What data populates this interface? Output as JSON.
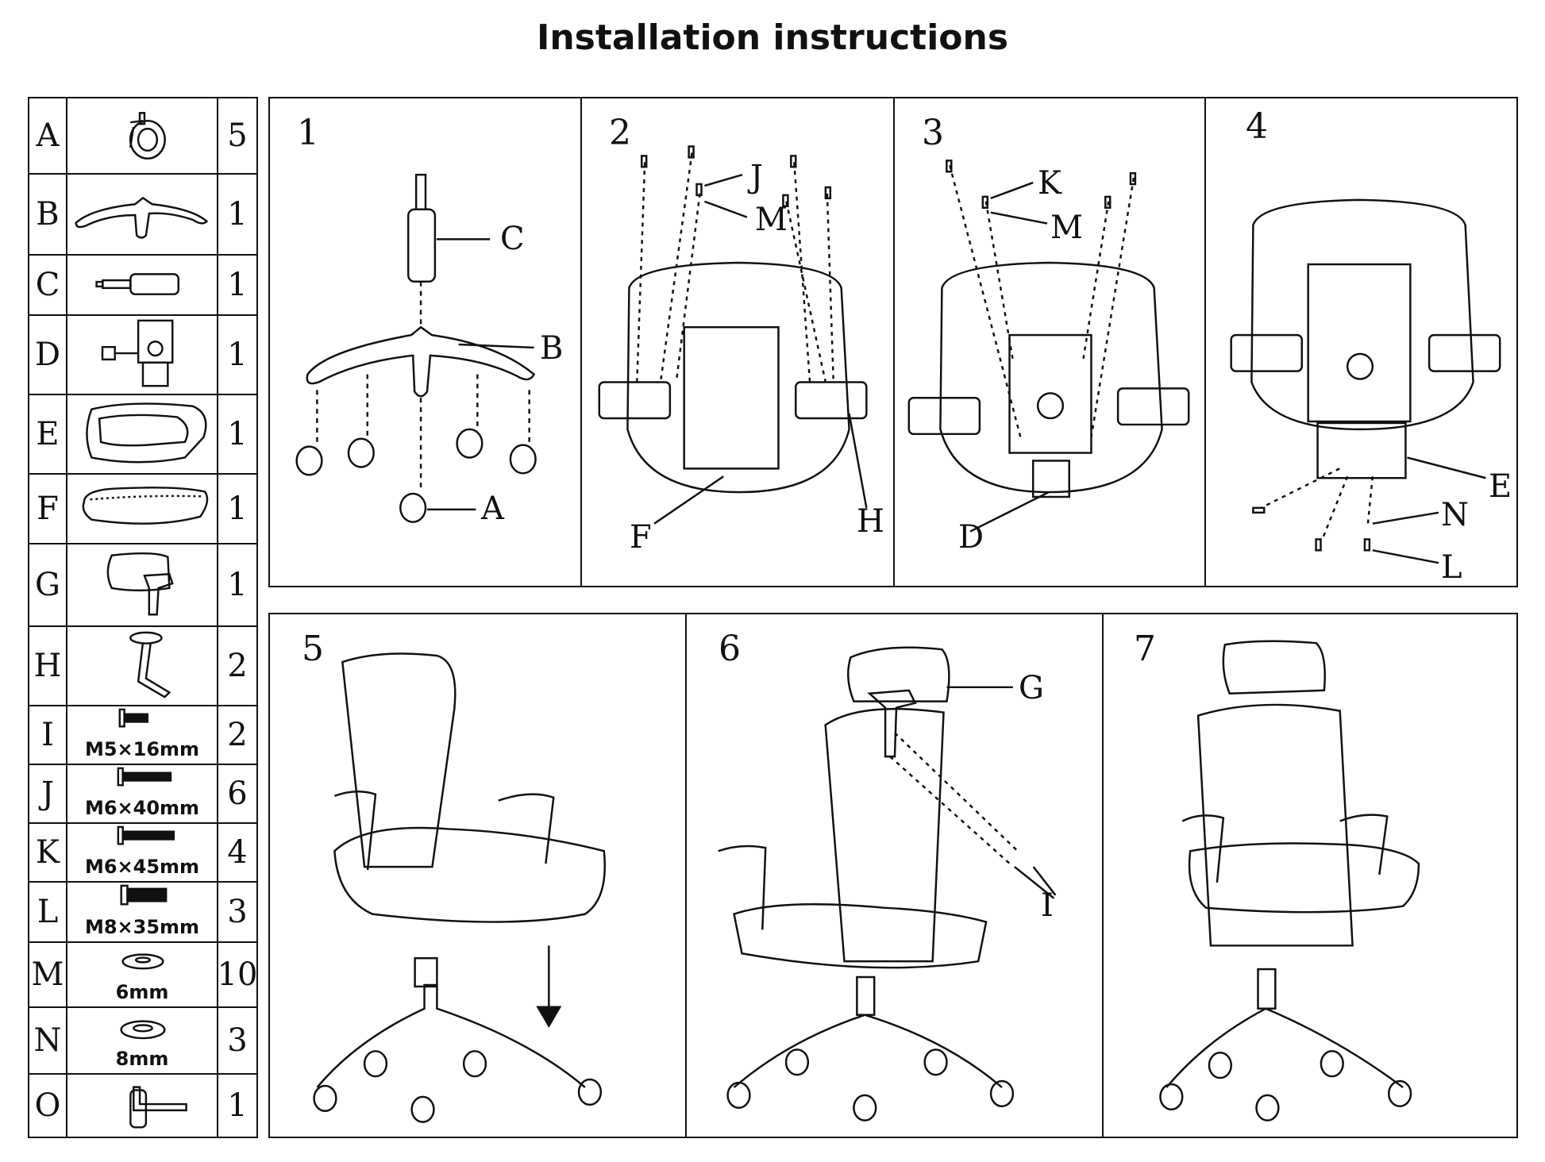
{
  "title": "Installation instructions",
  "parts": [
    {
      "letter": "A",
      "qty": "5",
      "spec": "",
      "icon": "caster-wheel-icon"
    },
    {
      "letter": "B",
      "qty": "1",
      "spec": "",
      "icon": "chair-base-icon"
    },
    {
      "letter": "C",
      "qty": "1",
      "spec": "",
      "icon": "gas-cylinder-icon"
    },
    {
      "letter": "D",
      "qty": "1",
      "spec": "",
      "icon": "seat-mechanism-icon"
    },
    {
      "letter": "E",
      "qty": "1",
      "spec": "",
      "icon": "backrest-bracket-icon"
    },
    {
      "letter": "F",
      "qty": "1",
      "spec": "",
      "icon": "seat-cushion-icon"
    },
    {
      "letter": "G",
      "qty": "1",
      "spec": "",
      "icon": "headrest-icon"
    },
    {
      "letter": "H",
      "qty": "2",
      "spec": "",
      "icon": "armrest-icon"
    },
    {
      "letter": "I",
      "qty": "2",
      "spec": "M5×16mm",
      "icon": "bolt-icon"
    },
    {
      "letter": "J",
      "qty": "6",
      "spec": "M6×40mm",
      "icon": "bolt-icon"
    },
    {
      "letter": "K",
      "qty": "4",
      "spec": "M6×45mm",
      "icon": "bolt-icon"
    },
    {
      "letter": "L",
      "qty": "3",
      "spec": "M8×35mm",
      "icon": "bolt-icon"
    },
    {
      "letter": "M",
      "qty": "10",
      "spec": "6mm",
      "icon": "washer-icon"
    },
    {
      "letter": "N",
      "qty": "3",
      "spec": "8mm",
      "icon": "washer-icon"
    },
    {
      "letter": "O",
      "qty": "1",
      "spec": "",
      "icon": "hex-key-icon"
    }
  ],
  "steps": [
    {
      "number": "1",
      "labels": [
        "C",
        "B",
        "A"
      ]
    },
    {
      "number": "2",
      "labels": [
        "J",
        "M",
        "F",
        "H"
      ]
    },
    {
      "number": "3",
      "labels": [
        "K",
        "M",
        "D"
      ]
    },
    {
      "number": "4",
      "labels": [
        "E",
        "N",
        "L"
      ]
    },
    {
      "number": "5",
      "labels": []
    },
    {
      "number": "6",
      "labels": [
        "G",
        "I"
      ]
    },
    {
      "number": "7",
      "labels": []
    }
  ]
}
